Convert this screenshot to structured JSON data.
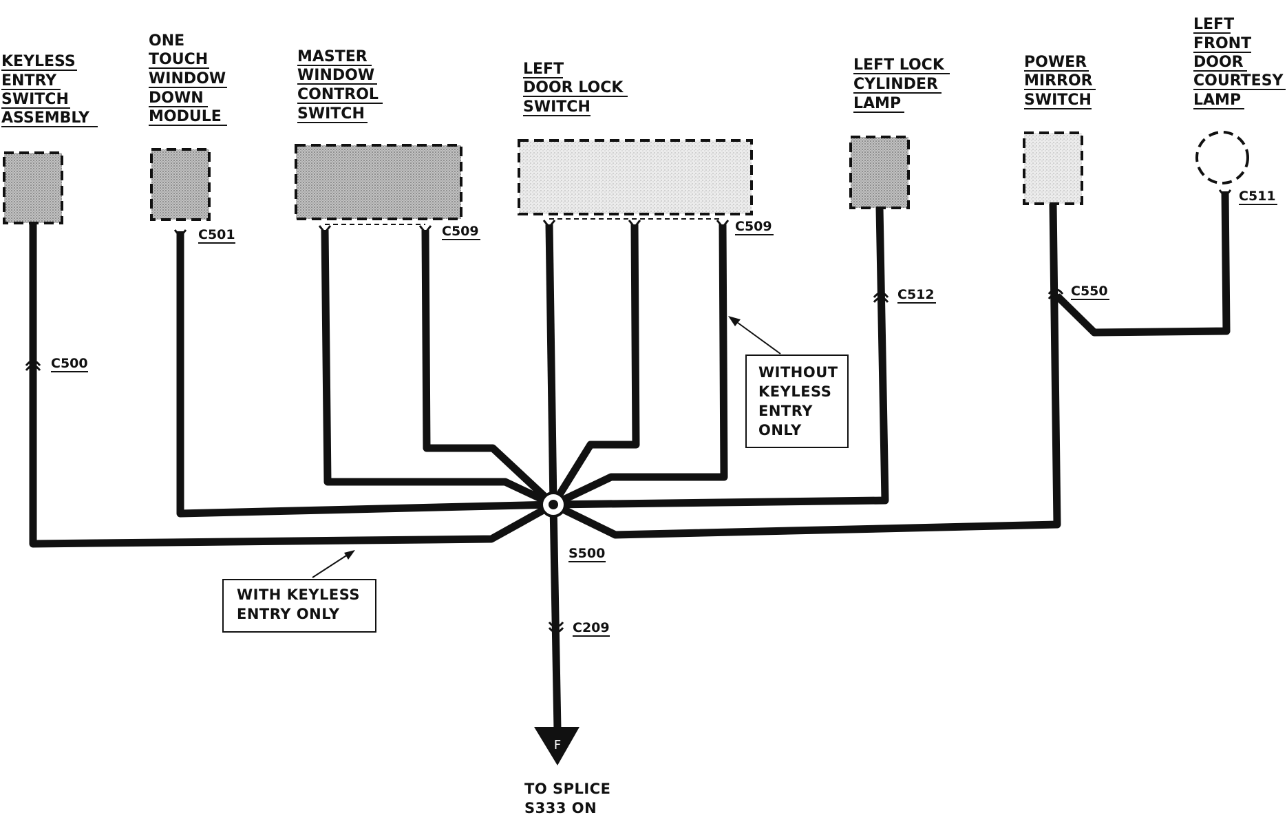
{
  "components": {
    "keyless_entry": [
      "KEYLESS",
      "ENTRY",
      "SWITCH",
      "ASSEMBLY"
    ],
    "one_touch": [
      "ONE",
      "TOUCH",
      "WINDOW",
      "DOWN",
      "MODULE"
    ],
    "master_window": [
      "MASTER",
      "WINDOW",
      "CONTROL",
      "SWITCH"
    ],
    "left_door_lock": [
      "LEFT",
      "DOOR LOCK",
      "SWITCH"
    ],
    "left_lock_cylinder": [
      "LEFT LOCK",
      "CYLINDER",
      "LAMP"
    ],
    "power_mirror": [
      "POWER",
      "MIRROR",
      "SWITCH"
    ],
    "left_front_door": [
      "LEFT",
      "FRONT",
      "DOOR",
      "COURTESY",
      "LAMP"
    ]
  },
  "connectors": {
    "c500": "C500",
    "c501": "C501",
    "c509_master": "C509",
    "c509_door": "C509",
    "c512": "C512",
    "c550": "C550",
    "c511": "C511",
    "c209": "C209",
    "s500": "S500"
  },
  "notes": {
    "without_keyless": [
      "WITHOUT",
      "KEYLESS",
      "ENTRY",
      "ONLY"
    ],
    "with_keyless": [
      "WITH KEYLESS",
      "ENTRY ONLY"
    ]
  },
  "ground": {
    "symbol": "F",
    "caption": [
      "TO SPLICE",
      "S333 ON"
    ]
  },
  "colors": {
    "ink": "#111111",
    "fill_dark": "#bdbdbd",
    "fill_light": "#e6e6e6",
    "background": "#ffffff"
  }
}
